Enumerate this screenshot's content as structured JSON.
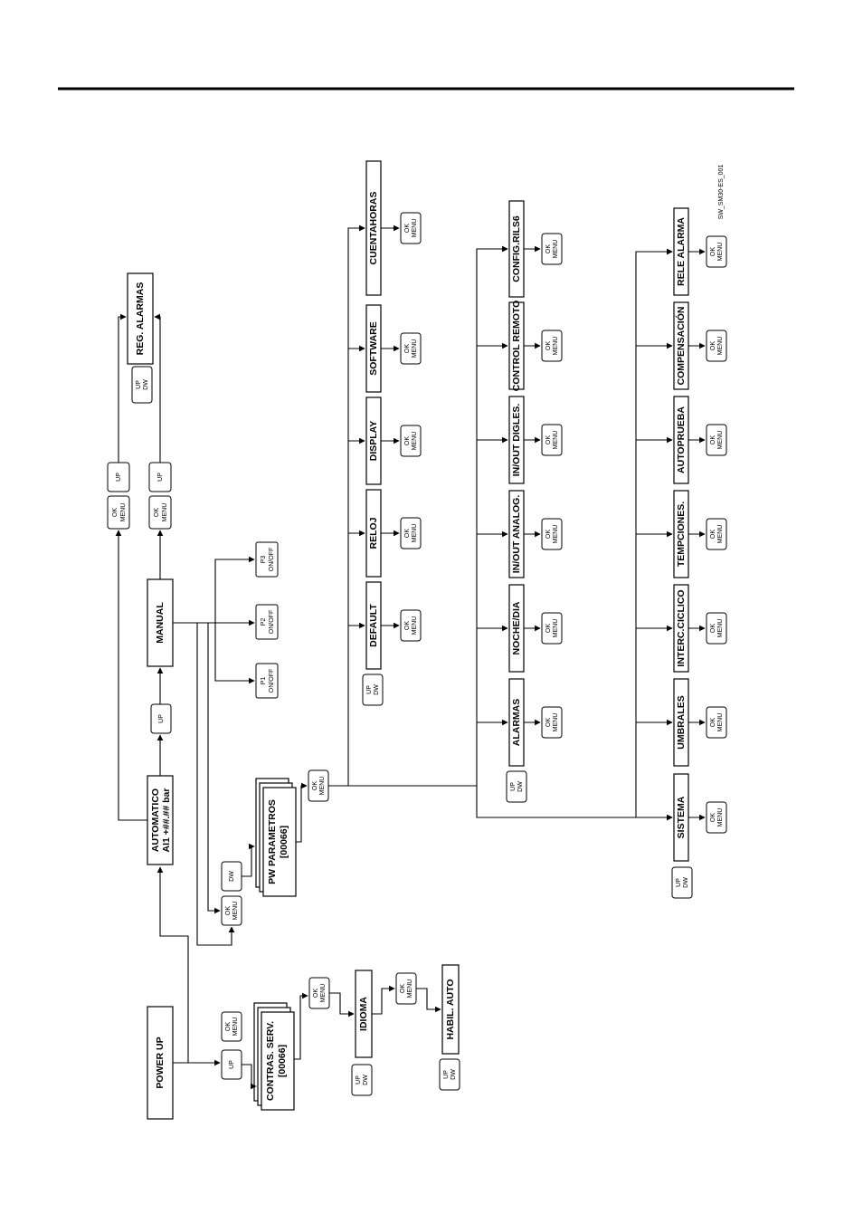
{
  "code": "SW_SM30-ES_001",
  "nodes": {
    "power_up": "POWER UP",
    "automatico": [
      "AUTOMATICO",
      "AI1 +##.## bar"
    ],
    "manual": "MANUAL",
    "reg_alarmas": "REG.  ALARMAS",
    "pw_parametros": [
      "PW PARAMETROS",
      "[00066]"
    ],
    "contras_serv": [
      "CONTRAS. SERV.",
      "[00066]"
    ],
    "idioma": "IDIOMA",
    "habil_auto": "HABIL. AUTO",
    "p1": [
      "P1",
      "ON/OFF"
    ],
    "p2": [
      "P2",
      "ON/OFF"
    ],
    "p3": [
      "P3",
      "ON/OFF"
    ],
    "menu_row1": [
      "DEFAULT",
      "RELOJ",
      "DISPLAY",
      "SOFTWARE",
      "CUENTAHORAS"
    ],
    "menu_row2": [
      "ALARMAS",
      "NOCHE/DIA",
      "IN/OUT ANALOG.",
      "IN/OUT DIGLES.",
      "CONTROL REMOTO",
      "CONFIG.RILS6"
    ],
    "menu_row3": [
      "SISTEMA",
      "UMBRALES",
      "INTERC.CICLICO",
      "TEMPCIONES.",
      "AUTOPRUEBA",
      "COMPENSACIÓN",
      "RELE ALARMA"
    ]
  },
  "keys": {
    "ok": "OK",
    "menu": "MENU",
    "up": "UP",
    "dw": "DW"
  }
}
